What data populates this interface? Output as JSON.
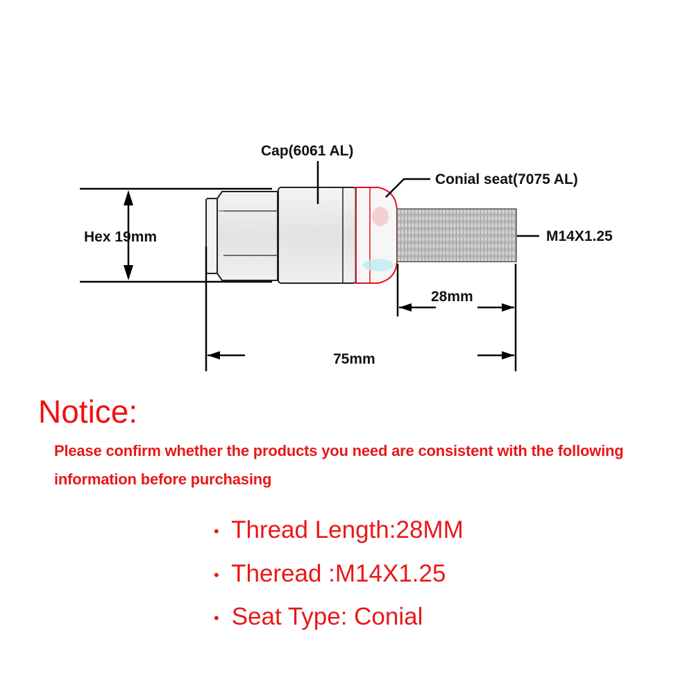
{
  "diagram": {
    "labels": {
      "cap": "Cap(6061 AL)",
      "seat": "Conial seat(7075 AL)",
      "hex": "Hex 19mm",
      "thread": "M14X1.25",
      "thread_length": "28mm",
      "total_length": "75mm"
    },
    "colors": {
      "seat_outline": "#e8101a",
      "accent_cyan": "#3cc8d0",
      "text_red": "#e81818"
    }
  },
  "notice": {
    "title": "Notice:",
    "line1": "Please confirm whether the products you need are consistent with the following",
    "line2": "information before purchasing",
    "bullet_symbol": "•",
    "specs": [
      "Thread Length:28MM",
      "Theread :M14X1.25",
      "Seat Type: Conial"
    ]
  }
}
